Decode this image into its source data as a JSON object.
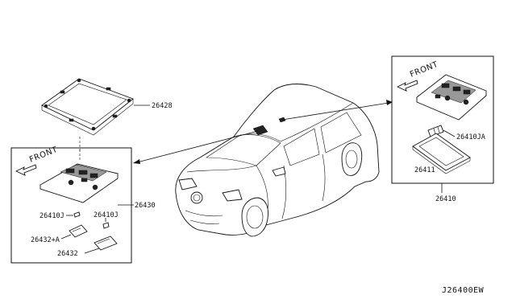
{
  "diagram_code": "J26400EW",
  "front_label": "FRONT",
  "part_numbers": {
    "frame": "26428",
    "map_lamp_assy": "26430",
    "bulb_left_a": "26410J",
    "bulb_left_b": "26410J",
    "lens_a": "26432+A",
    "lens_b": "26432",
    "room_lamp_assy": "26410",
    "room_bulb": "26410JA",
    "room_lens": "26411"
  },
  "colors": {
    "line": "#111111",
    "background": "#ffffff"
  }
}
